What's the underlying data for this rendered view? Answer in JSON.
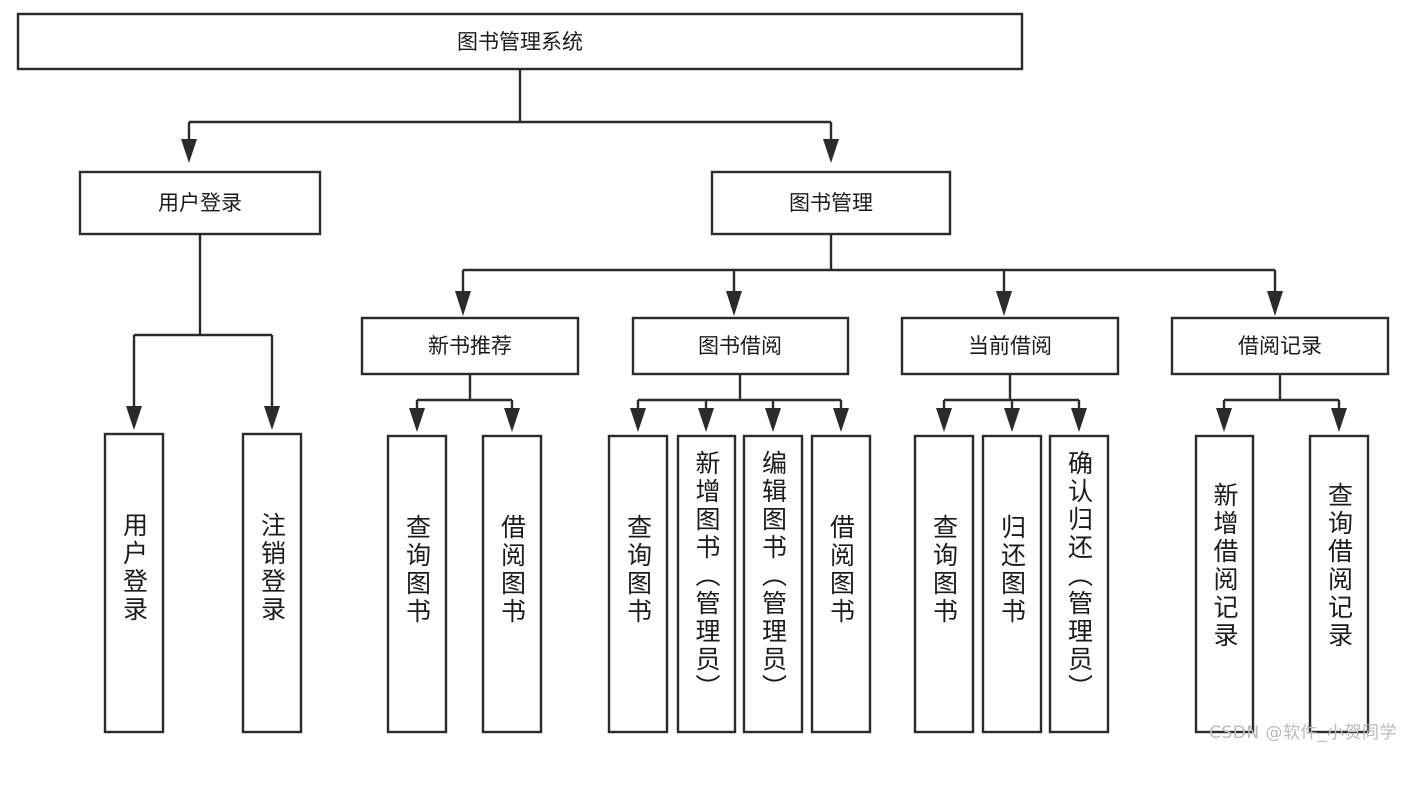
{
  "diagram": {
    "type": "tree",
    "title": "图书管理系统",
    "watermark": "CSDN @软件_小贺同学",
    "colors": {
      "box_stroke": "#2b2b2b",
      "box_fill": "#ffffff",
      "text": "#1b1b1b",
      "background": "#ffffff",
      "watermark": "#b9b9b9"
    },
    "levels": {
      "root": {
        "label": "图书管理系统"
      },
      "level2": [
        {
          "label": "用户登录"
        },
        {
          "label": "图书管理"
        }
      ],
      "level3": [
        {
          "label": "新书推荐"
        },
        {
          "label": "图书借阅"
        },
        {
          "label": "当前借阅"
        },
        {
          "label": "借阅记录"
        }
      ],
      "leaves": {
        "user_login": [
          {
            "label": "用户登录"
          },
          {
            "label": "注销登录"
          }
        ],
        "new_book_recommend": [
          {
            "label": "查询图书"
          },
          {
            "label": "借阅图书"
          }
        ],
        "book_borrow": [
          {
            "label": "查询图书"
          },
          {
            "label": "新增图书（管理员）"
          },
          {
            "label": "编辑图书（管理员）"
          },
          {
            "label": "借阅图书"
          }
        ],
        "current_borrow": [
          {
            "label": "查询图书"
          },
          {
            "label": "归还图书"
          },
          {
            "label": "确认归还（管理员）"
          }
        ],
        "borrow_record": [
          {
            "label": "新增借阅记录"
          },
          {
            "label": "查询借阅记录"
          }
        ]
      }
    }
  }
}
